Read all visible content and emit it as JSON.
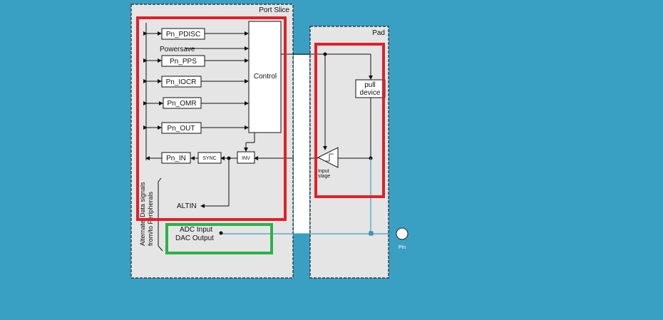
{
  "diagram": {
    "port_slice": {
      "title": "Port Slice"
    },
    "pad": {
      "title": "Pad"
    },
    "registers": {
      "pdisc": "Pn_PDISC",
      "powersave": "Powersave",
      "pps": "Pn_PPS",
      "iocr": "Pn_IOCR",
      "omr": "Pn_OMR",
      "out": "Pn_OUT",
      "in": "Pn_IN"
    },
    "blocks": {
      "control": "Control",
      "sync": "SYNC",
      "inv": "INV",
      "pull_device_line1": "pull",
      "pull_device_line2": "device",
      "input_stage_line1": "Input",
      "input_stage_line2": "stage"
    },
    "signals": {
      "altin": "ALTIN",
      "adc_input": "ADC Input",
      "dac_output": "DAC Output",
      "pin": "Pin"
    },
    "side_labels": {
      "line1": "Alternate",
      "line2": "Data signals",
      "line3": "from/to Peripherals"
    },
    "colors": {
      "background": "#3aa0c3",
      "panel": "#e5e5e5",
      "highlight_red": "#e0202a",
      "highlight_green": "#2bb24a",
      "wire": "#111111",
      "analog_wire": "#3aa0c3"
    }
  }
}
